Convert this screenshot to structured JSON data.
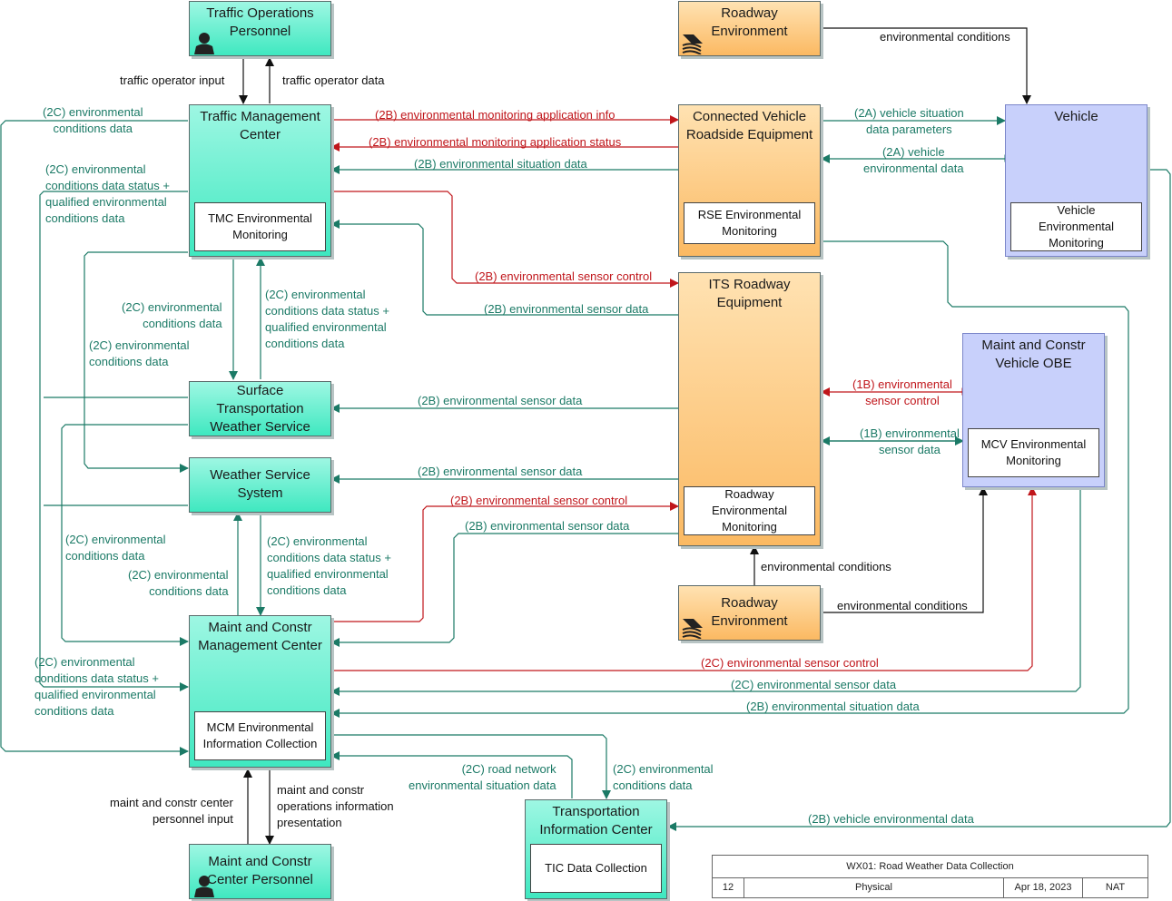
{
  "nodes": {
    "traffic_ops": "Traffic Operations\nPersonnel",
    "roadway_env_top": "Roadway\nEnvironment",
    "tmc": "Traffic Management\nCenter",
    "tmc_inner": "TMC Environmental\nMonitoring",
    "cv_rse": "Connected Vehicle\nRoadside Equipment",
    "rse_inner": "RSE Environmental\nMonitoring",
    "vehicle": "Vehicle",
    "vehicle_inner": "Vehicle\nEnvironmental\nMonitoring",
    "its_roadway": "ITS Roadway\nEquipment",
    "roadway_inner": "Roadway\nEnvironmental\nMonitoring",
    "mcv_obe": "Maint and Constr\nVehicle OBE",
    "mcv_inner": "MCV Environmental\nMonitoring",
    "stws": "Surface\nTransportation\nWeather Service",
    "wss": "Weather Service\nSystem",
    "mcm": "Maint and Constr\nManagement Center",
    "mcm_inner": "MCM Environmental\nInformation Collection",
    "roadway_env_bottom": "Roadway\nEnvironment",
    "tic": "Transportation\nInformation Center",
    "tic_inner": "TIC Data Collection",
    "mc_personnel": "Maint and Constr\nCenter Personnel"
  },
  "flows": {
    "traffic_operator_input": "traffic operator input",
    "traffic_operator_data": "traffic operator data",
    "env_conditions_top": "environmental conditions",
    "tmc_2c_env_cond": "(2C) environmental\nconditions data",
    "tmc_2c_status": "(2C) environmental\nconditions data status +\nqualified environmental\nconditions data",
    "app_info": "(2B) environmental monitoring application info",
    "app_status": "(2B) environmental monitoring application status",
    "situation_data_2b": "(2B) environmental situation data",
    "vehicle_situation": "(2A) vehicle situation\ndata parameters",
    "vehicle_env_2a": "(2A) vehicle\nenvironmental data",
    "sensor_control_its": "(2B) environmental sensor control",
    "sensor_data_tmc": "(2B) environmental sensor data",
    "stws_2c_env_cond": "(2C) environmental\nconditions data",
    "stws_2c_status": "(2C) environmental\nconditions data status +\nqualified environmental\nconditions data",
    "wss_2c_env_cond": "(2C) environmental\nconditions data",
    "sensor_control_1b": "(1B) environmental\nsensor control",
    "sensor_data_1b": "(1B) environmental\nsensor data",
    "sensor_data_stws": "(2B) environmental sensor data",
    "sensor_data_wss": "(2B) environmental sensor data",
    "sensor_control_mcm": "(2B) environmental sensor control",
    "sensor_data_mcm": "(2B) environmental sensor data",
    "mcm_2c_env_cond_a": "(2C) environmental\nconditions data",
    "mcm_2c_env_cond_b": "(2C) environmental\nconditions data",
    "mcm_2c_status_wss": "(2C) environmental\nconditions data status +\nqualified environmental\nconditions data",
    "env_conditions_mid": "environmental conditions",
    "env_conditions_bottom": "environmental conditions",
    "mcm_2c_status_left": "(2C) environmental\nconditions data status +\nqualified environmental\nconditions data",
    "sensor_control_2c": "(2C) environmental sensor control",
    "sensor_data_2c": "(2C) environmental sensor data",
    "situation_data_mcm": "(2B) environmental situation data",
    "road_network": "(2C) road network\nenvironmental situation data",
    "tic_2c_env_cond": "(2C) environmental\nconditions data",
    "vehicle_env_2b": "(2B) vehicle environmental data",
    "mc_input": "maint and constr center\npersonnel input",
    "mc_presentation": "maint and constr\noperations information\npresentation"
  },
  "footer": {
    "title": "WX01: Road Weather Data Collection",
    "number": "12",
    "view": "Physical",
    "date": "Apr 18, 2023",
    "org": "NAT"
  },
  "colors": {
    "green_flow": "#1b7a66",
    "red_flow": "#c0161b",
    "black_flow": "#111111",
    "center_fill": "#3fe8c0",
    "field_fill": "#fbb962",
    "vehicle_fill": "#c8d0fb"
  },
  "icons": [
    "person-icon",
    "roadway-environment-icon"
  ]
}
